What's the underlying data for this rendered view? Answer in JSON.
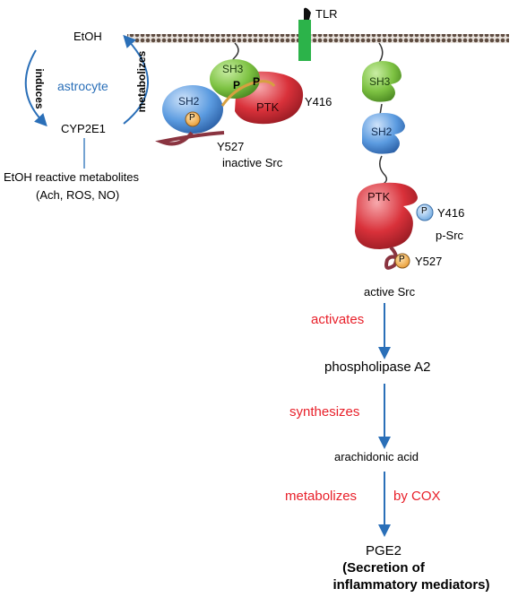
{
  "labels": {
    "tlr": "TLR",
    "etoh": "EtOH",
    "induces": "induces",
    "astrocyte": "astrocyte",
    "metabolizes_curve": "metabolizes",
    "cyp2e1": "CYP2E1",
    "etoh_metabolites": "EtOH reactive metabolites",
    "metabolites_list": "(Ach, ROS, NO)",
    "sh3_inactive": "SH3",
    "sh2_inactive": "SH2",
    "ptk_inactive": "PTK",
    "p_inactive_a": "P",
    "p_inactive_b": "P",
    "p_inactive_y527": "P",
    "y416_inactive": "Y416",
    "y527_inactive": "Y527",
    "inactive_src": "inactive Src",
    "sh3_active": "SH3",
    "sh2_active": "SH2",
    "ptk_active": "PTK",
    "p_active_y416": "P",
    "y416_active": "Y416",
    "p_src": "p-Src",
    "p_active_y527": "P",
    "y527_active": "Y527",
    "active_src": "active Src",
    "activates": "activates",
    "phospholipase": "phospholipase A2",
    "synthesizes": "synthesizes",
    "arachidonic": "arachidonic acid",
    "metabolizes_step": "metabolizes",
    "by_cox": "by COX",
    "pge2": "PGE2",
    "secretion_1": "(Secretion of",
    "secretion_2": "inflammatory mediators)"
  },
  "colors": {
    "membrane": "#6b5a4e",
    "receptor": "#2cb34a",
    "sh3": "#7dc242",
    "sh2": "#4f8fd6",
    "ptk": "#d9313a",
    "phospho": "#f0a640",
    "tail": "#8a3440",
    "arrow": "#2a6fb8",
    "red_text": "#e8202a"
  }
}
